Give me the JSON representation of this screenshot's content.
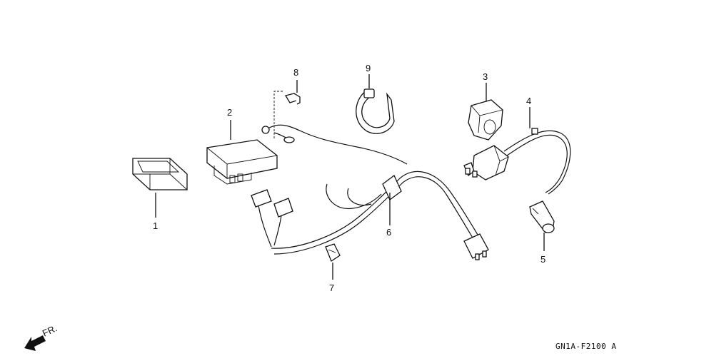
{
  "diagram": {
    "part_numbers": {
      "p1": "1",
      "p2": "2",
      "p3": "3",
      "p4": "4",
      "p5": "5",
      "p6": "6",
      "p7": "7",
      "p8": "8",
      "p9": "9"
    },
    "direction_label": "FR.",
    "figure_code": "GN1A-F2100 A"
  }
}
